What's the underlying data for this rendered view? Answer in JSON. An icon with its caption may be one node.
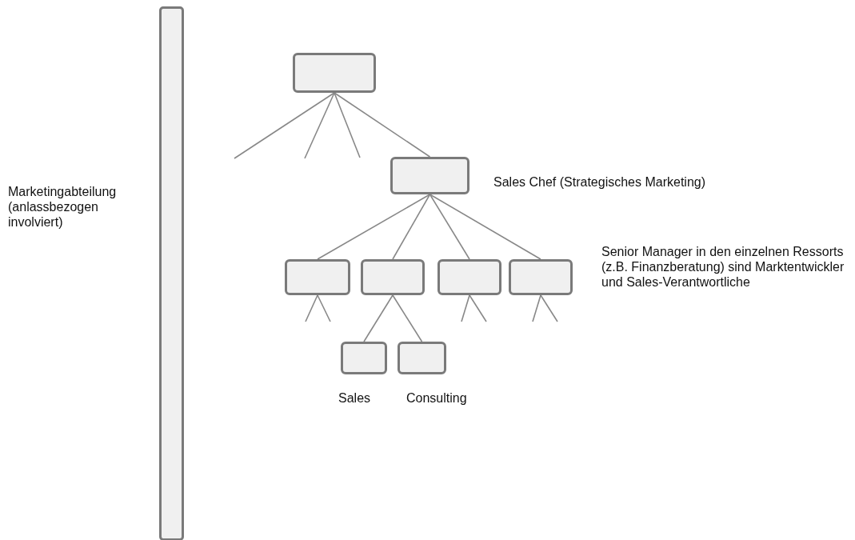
{
  "diagram": {
    "nodes": [
      {
        "text": [],
        "shape": "bar",
        "beside": [
          "Marketingabteilung (anlassbezogen involviert)"
        ]
      },
      {
        "text": [],
        "shape": "box"
      },
      {
        "text": [],
        "shape": "box",
        "beside": [
          "Sales Chef (Strategisches Marketing)"
        ]
      },
      {
        "text": [],
        "shape": "box"
      },
      {
        "text": [],
        "shape": "box"
      },
      {
        "text": [],
        "shape": "box"
      },
      {
        "text": [],
        "shape": "box"
      },
      {
        "text": [],
        "shape": "box",
        "beside": [
          "Sales"
        ]
      },
      {
        "text": [],
        "shape": "box",
        "beside": [
          "Consulting"
        ]
      }
    ],
    "edges": [
      {
        "from": 1,
        "to": 2,
        "arrow": "none"
      },
      {
        "from": 1,
        "to": null,
        "arrow": "none"
      },
      {
        "from": 1,
        "to": null,
        "arrow": "none"
      },
      {
        "from": 1,
        "to": null,
        "arrow": "none"
      },
      {
        "from": 2,
        "to": 3,
        "arrow": "none"
      },
      {
        "from": 2,
        "to": 4,
        "arrow": "none"
      },
      {
        "from": 2,
        "to": 5,
        "arrow": "none"
      },
      {
        "from": 2,
        "to": 6,
        "arrow": "none"
      },
      {
        "from": 3,
        "to": null,
        "arrow": "none"
      },
      {
        "from": 3,
        "to": null,
        "arrow": "none"
      },
      {
        "from": 4,
        "to": 7,
        "arrow": "none"
      },
      {
        "from": 4,
        "to": 8,
        "arrow": "none"
      },
      {
        "from": 5,
        "to": null,
        "arrow": "none"
      },
      {
        "from": 5,
        "to": null,
        "arrow": "none"
      },
      {
        "from": 6,
        "to": null,
        "arrow": "none"
      },
      {
        "from": 6,
        "to": null,
        "arrow": "none"
      }
    ],
    "labels": [
      "Senior Manager in den einzelnen Ressorts (z.B. Finanzberatung) sind Marktentwickler und Sales-Verantwortliche"
    ]
  }
}
